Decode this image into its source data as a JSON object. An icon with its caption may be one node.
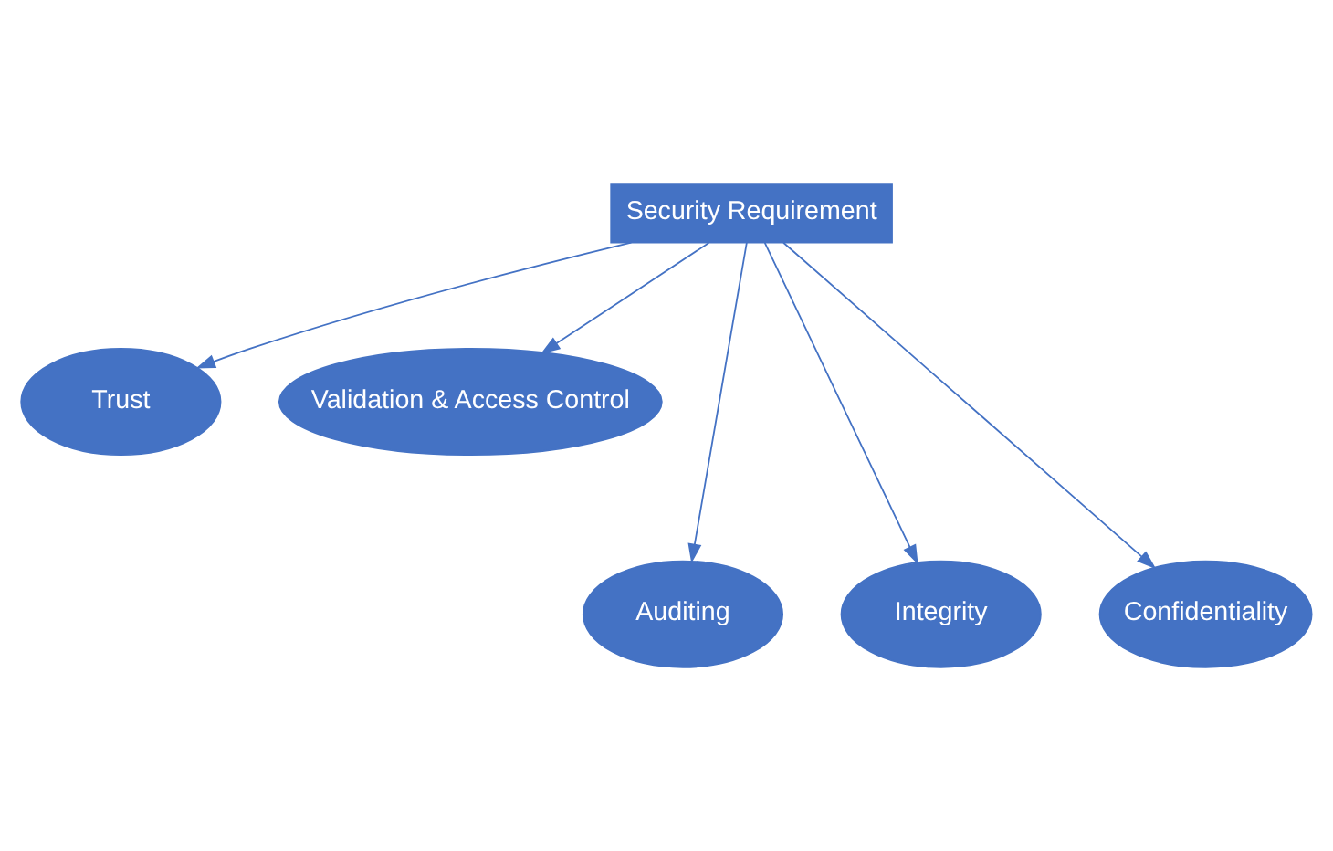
{
  "diagram": {
    "nodes": [
      {
        "text": [
          "Security Requirement"
        ]
      },
      {
        "text": [
          "Trust"
        ]
      },
      {
        "text": [
          "Validation & Access Control"
        ]
      },
      {
        "text": [
          "Auditing"
        ]
      },
      {
        "text": [
          "Integrity"
        ]
      },
      {
        "text": [
          "Confidentiality"
        ]
      }
    ],
    "edges": [
      {
        "from": 0,
        "to": 1,
        "arrow": "to"
      },
      {
        "from": 0,
        "to": 3,
        "arrow": "to"
      },
      {
        "from": 0,
        "to": 4,
        "arrow": "to"
      },
      {
        "from": 0,
        "to": 5,
        "arrow": "to"
      },
      {
        "from": 0,
        "to": 2,
        "arrow": "to"
      }
    ]
  }
}
